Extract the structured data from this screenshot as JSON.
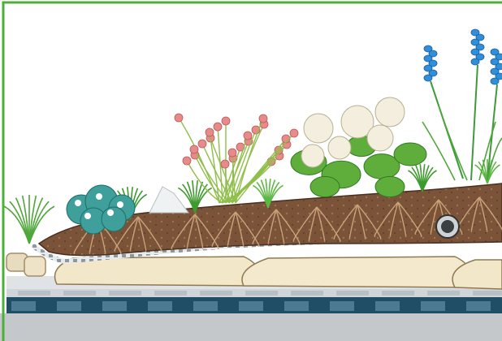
{
  "figure": {
    "frame_color": "#4caf3a",
    "colors": {
      "sky": "#ffffff",
      "soil": "#7a5338",
      "soil_light": "#a07a58",
      "substrate": "#f2e7c8",
      "membrane": "#9aa3a8",
      "deck_top": "#cfd5d8",
      "deck_band": "#1f4e66",
      "deck_block": "#4b7a93",
      "base": "#c4c8ca",
      "grass": "#3e9a2e",
      "flower_pink": "#e98a8a",
      "flower_blue": "#2f8fd8",
      "hydrangea_white": "#f3eedd",
      "leaf": "#5fae3c",
      "teal_leaf": "#3f9f9a",
      "stone": "#e8dcc0"
    },
    "plants": [
      {
        "name": "grass-tuft",
        "icon": "grass-icon"
      },
      {
        "name": "teal-groundcover",
        "icon": "shrub-icon"
      },
      {
        "name": "pink-thrift",
        "icon": "flower-icon"
      },
      {
        "name": "white-hydrangea",
        "icon": "hydrangea-icon"
      },
      {
        "name": "blue-grape-hyacinth",
        "icon": "hyacinth-icon"
      }
    ]
  }
}
